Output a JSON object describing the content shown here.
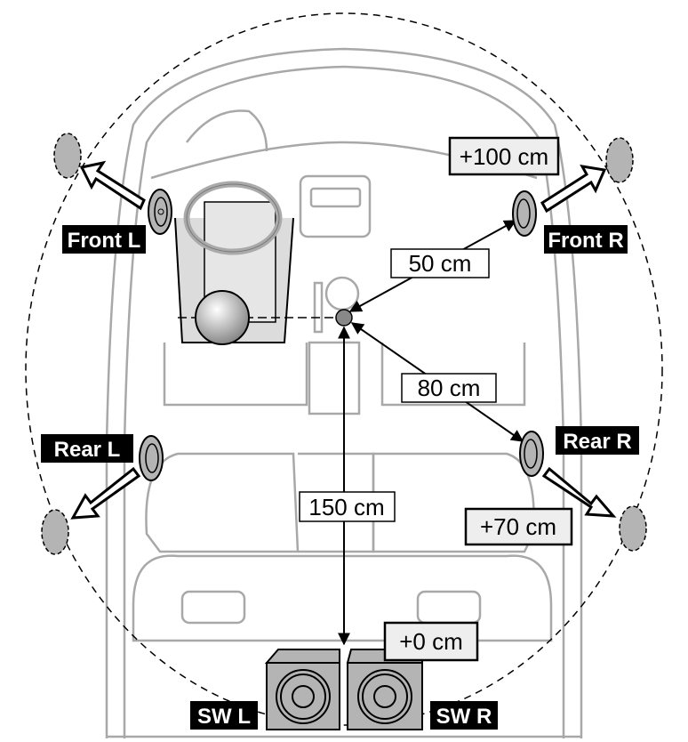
{
  "diagram": {
    "speakers": {
      "front_left": {
        "label": "Front L"
      },
      "front_right": {
        "label": "Front R",
        "offset": "+100 cm"
      },
      "rear_left": {
        "label": "Rear L"
      },
      "rear_right": {
        "label": "Rear R",
        "offset": "+70 cm"
      },
      "sub_left": {
        "label": "SW L"
      },
      "sub_right": {
        "label": "SW R",
        "offset": "+0 cm"
      }
    },
    "distances": {
      "front": "50 cm",
      "rear": "80 cm",
      "sub": "150 cm"
    },
    "colors": {
      "speaker_fill": "#b4b4b4",
      "label_bg": "#000000",
      "offset_bg": "#eeeeee",
      "car_line": "#a8a8a8"
    }
  }
}
